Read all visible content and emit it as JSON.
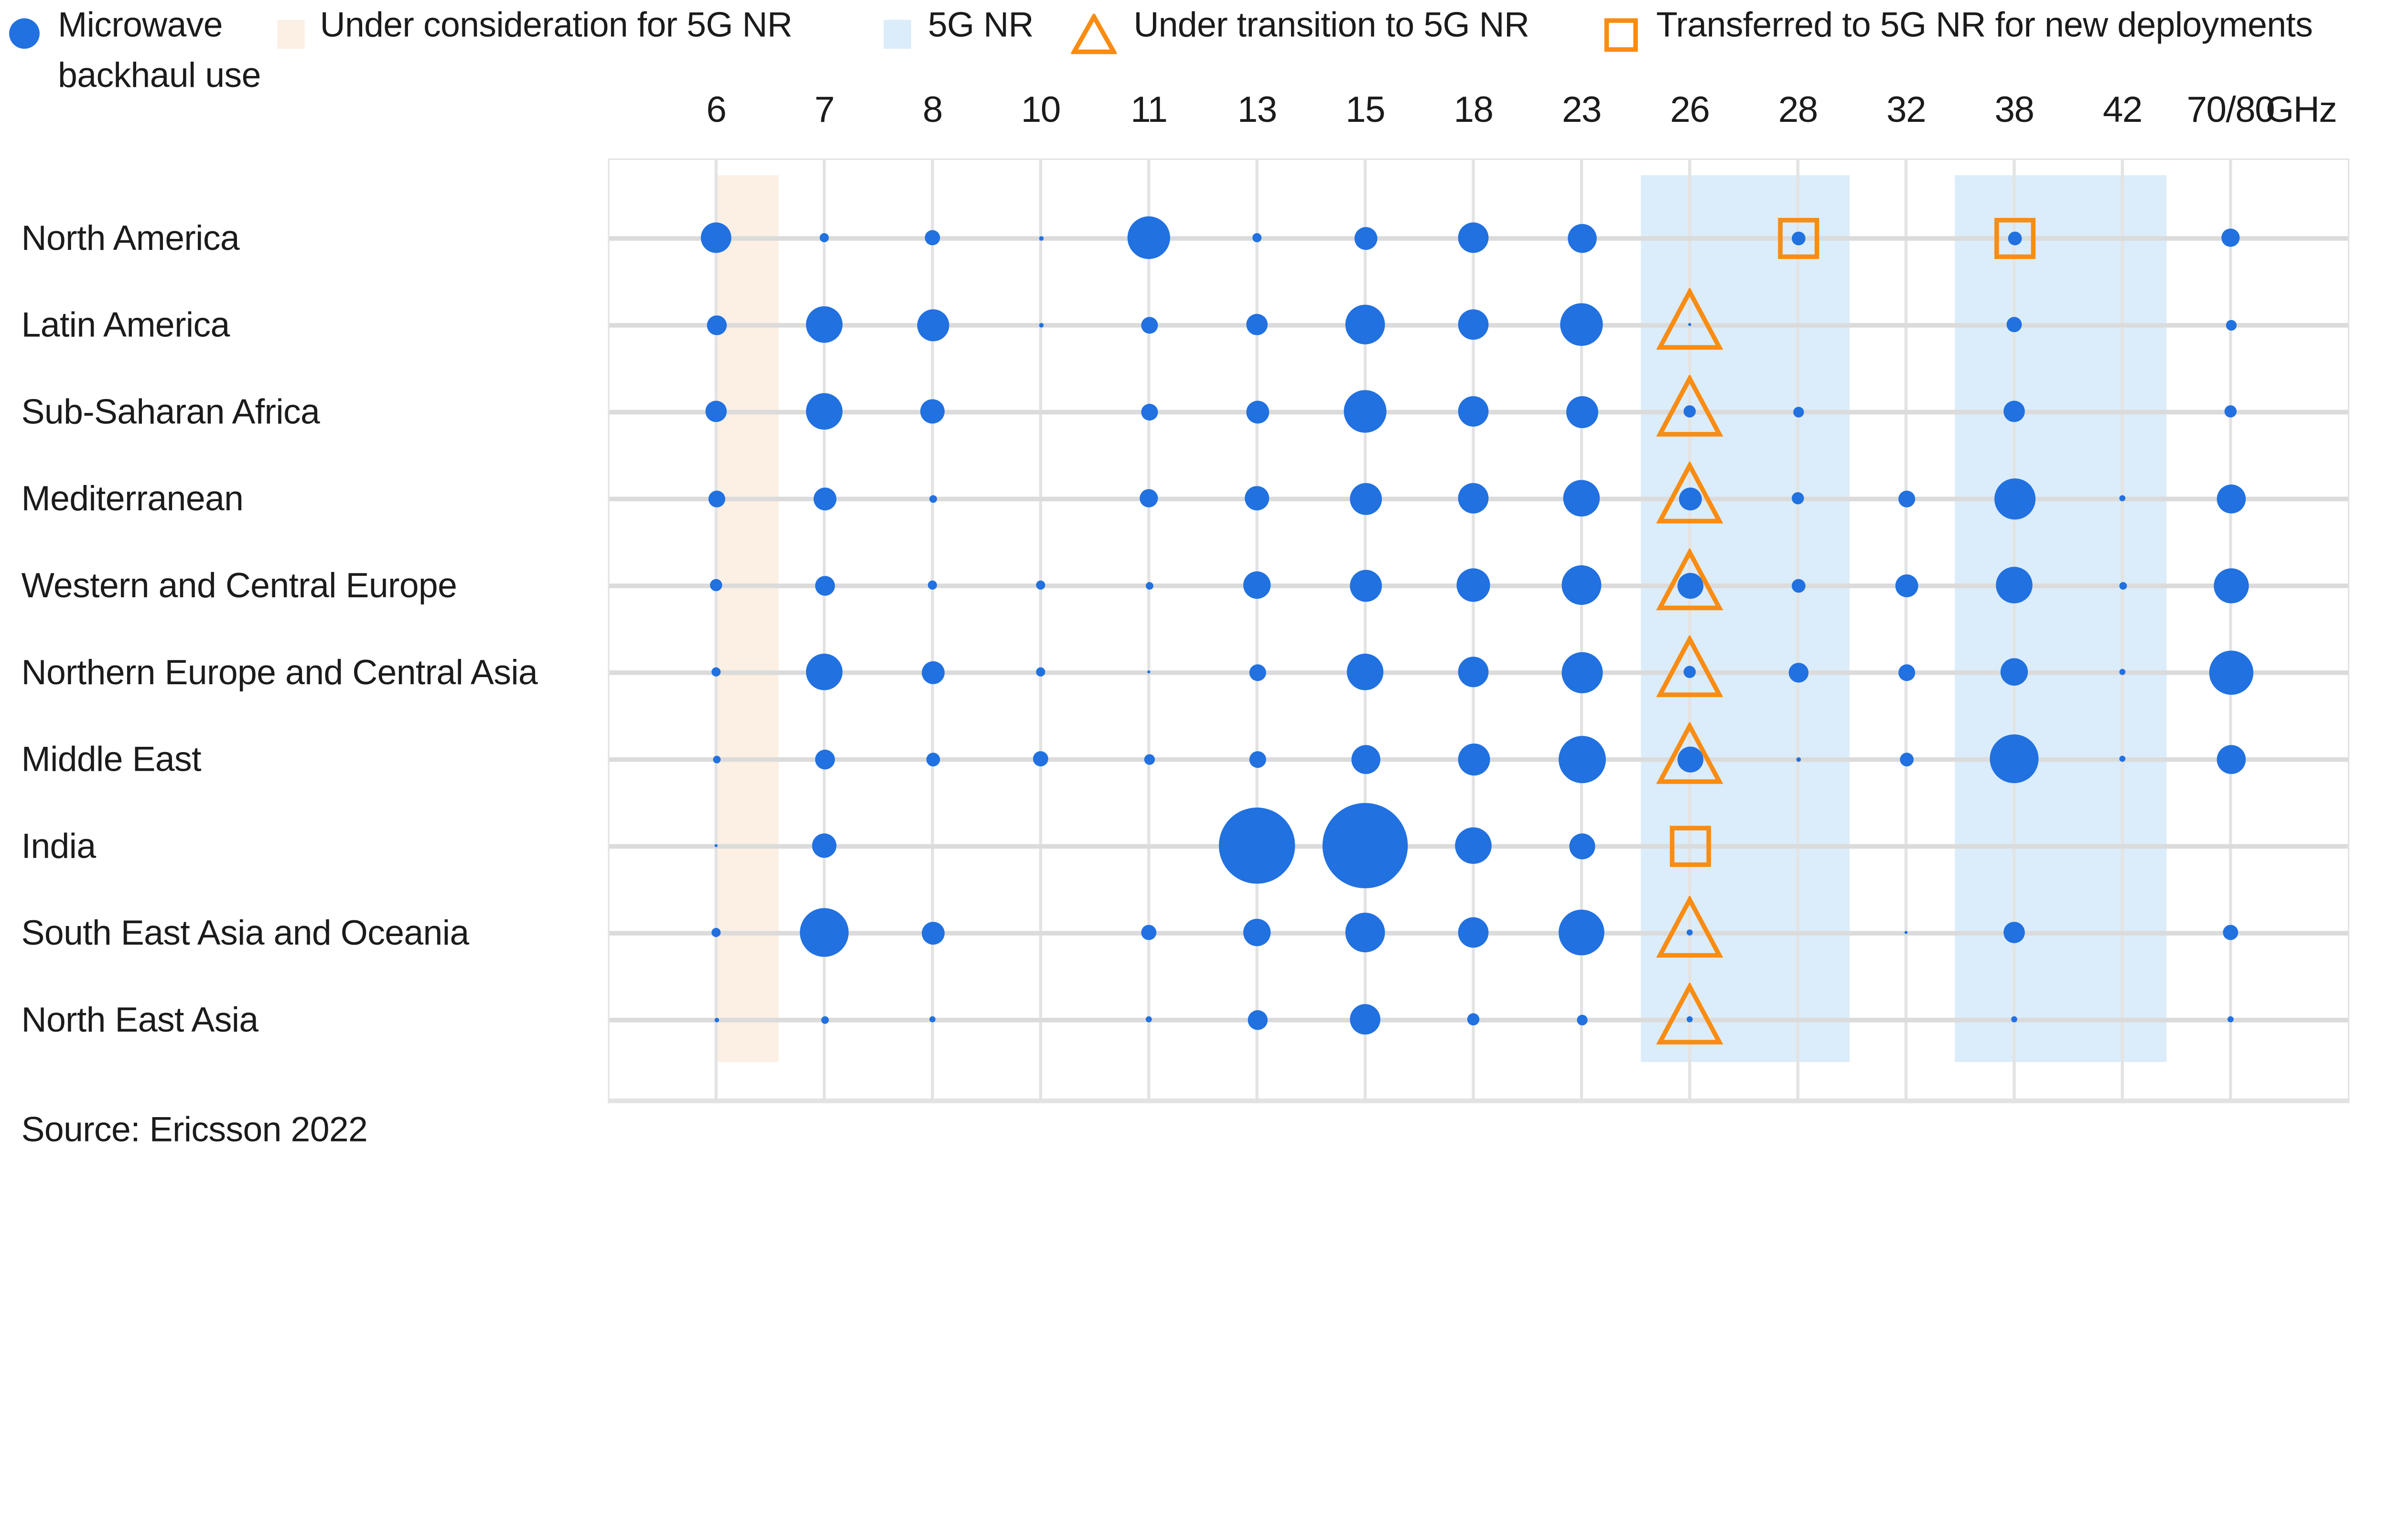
{
  "legend": {
    "items": [
      {
        "id": "microwave-backhaul-use",
        "marker": "blue-dot",
        "lines": [
          "Microwave",
          "backhaul use"
        ]
      },
      {
        "id": "under-consideration-for-5g-nr",
        "marker": "peach-swatch",
        "label": "Under consideration for 5G NR"
      },
      {
        "id": "5g-nr",
        "marker": "lightblue-swatch",
        "label": "5G NR"
      },
      {
        "id": "under-transition-to-5g-nr",
        "marker": "orange-triangle",
        "label": "Under transition to 5G NR"
      },
      {
        "id": "transferred-to-5g-nr",
        "marker": "orange-square",
        "label": "Transferred to 5G NR for new deployments"
      }
    ]
  },
  "axis": {
    "unit": "GHz",
    "bands": [
      "6",
      "7",
      "8",
      "10",
      "11",
      "13",
      "15",
      "18",
      "23",
      "26",
      "28",
      "32",
      "38",
      "42",
      "70/80"
    ]
  },
  "regions": [
    "North America",
    "Latin America",
    "Sub-Saharan Africa",
    "Mediterranean",
    "Western and Central Europe",
    "Northern Europe and Central Asia",
    "Middle East",
    "India",
    "South East Asia and Oceania",
    "North East Asia"
  ],
  "source": "Source: Ericsson 2022",
  "colors": {
    "bubble_blue": "#2171E0",
    "marker_orange": "#F98C12",
    "band_peach": "#FCEFE3",
    "band_lightblue": "#DBECFA",
    "grid_horizontal": "#DBDBDB",
    "grid_vertical": "#E3E3E3",
    "text": "#1B1B1B"
  },
  "chart_data": {
    "type": "scatter",
    "subtype": "bubble-matrix",
    "x_categories": [
      "6",
      "7",
      "8",
      "10",
      "11",
      "13",
      "15",
      "18",
      "23",
      "26",
      "28",
      "32",
      "38",
      "42",
      "70/80"
    ],
    "x_unit": "GHz",
    "y_categories": [
      "North America",
      "Latin America",
      "Sub-Saharan Africa",
      "Mediterranean",
      "Western and Central Europe",
      "Northern Europe and Central Asia",
      "Middle East",
      "India",
      "South East Asia and Oceania",
      "North East Asia"
    ],
    "bubble_size_note": "values are bubble radii in rendered px; chart shows no numeric size scale",
    "series": [
      {
        "name": "North America",
        "radii": [
          10,
          3,
          5,
          1.5,
          14,
          3,
          7.5,
          10,
          9.5,
          0,
          4.5,
          0,
          4.5,
          0,
          6
        ],
        "markers": {
          "28": "square",
          "38": "square"
        }
      },
      {
        "name": "Latin America",
        "radii": [
          6.5,
          12,
          10.5,
          1.5,
          5.5,
          7,
          13,
          10,
          14,
          1,
          0,
          0,
          5,
          0,
          3.5
        ],
        "markers": {
          "26": "triangle"
        }
      },
      {
        "name": "Sub-Saharan Africa",
        "radii": [
          7,
          12,
          8,
          0,
          5.5,
          7.5,
          14,
          10,
          10.5,
          4,
          3.5,
          0,
          7,
          0,
          4
        ],
        "markers": {
          "26": "triangle"
        }
      },
      {
        "name": "Mediterranean",
        "radii": [
          5.5,
          7.5,
          2.5,
          0,
          6,
          8,
          10.5,
          10,
          12,
          7.5,
          4,
          5.5,
          13.5,
          2,
          9.5
        ],
        "markers": {
          "26": "triangle"
        }
      },
      {
        "name": "Western and Central Europe",
        "radii": [
          4,
          6.5,
          3,
          3,
          2.5,
          9,
          10.5,
          11,
          13,
          8.5,
          4.5,
          7.5,
          12,
          2.5,
          11.5
        ],
        "markers": {
          "26": "triangle"
        }
      },
      {
        "name": "Northern Europe and Central Asia",
        "radii": [
          3,
          12,
          7.5,
          3,
          1,
          5.5,
          12,
          10,
          13.5,
          4,
          6.5,
          5.5,
          9,
          2,
          14.5
        ],
        "markers": {
          "26": "triangle"
        }
      },
      {
        "name": "Middle East",
        "radii": [
          2.5,
          6.5,
          4.5,
          5,
          3.5,
          5.5,
          9.5,
          10.5,
          15.5,
          8.5,
          1.5,
          4.5,
          16,
          2,
          9.5
        ],
        "markers": {
          "26": "triangle"
        }
      },
      {
        "name": "India",
        "radii": [
          1,
          8,
          0,
          0,
          0,
          25,
          28,
          12,
          8.5,
          0,
          0,
          0,
          0,
          0,
          0
        ],
        "markers": {
          "26": "square"
        }
      },
      {
        "name": "South East Asia and Oceania",
        "radii": [
          3,
          16,
          7.5,
          0,
          5,
          9,
          13,
          10,
          15,
          2,
          0,
          1,
          7,
          0,
          5
        ],
        "markers": {
          "26": "triangle"
        }
      },
      {
        "name": "North East Asia",
        "radii": [
          1.5,
          2.5,
          2,
          0,
          2,
          6.5,
          10,
          4,
          3.5,
          2,
          0,
          0,
          2,
          0,
          2
        ],
        "markers": {
          "26": "triangle"
        }
      }
    ],
    "column_shading": {
      "under_consideration_for_5g_nr": [
        "6"
      ],
      "5g_nr": [
        [
          "26",
          "28"
        ],
        [
          "38",
          "42"
        ]
      ]
    },
    "grid": true,
    "legend_position": "top"
  }
}
